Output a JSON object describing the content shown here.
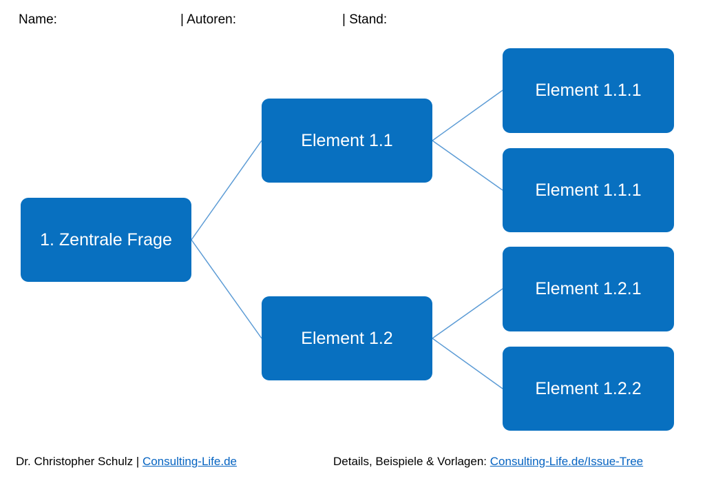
{
  "header": {
    "name_label": "Name:",
    "authors_label": "| Autoren:",
    "date_label": "| Stand:"
  },
  "tree": {
    "root": "1. Zentrale Frage",
    "level1": [
      "Element 1.1",
      "Element 1.2"
    ],
    "level2": [
      "Element 1.1.1",
      "Element 1.1.1",
      "Element 1.2.1",
      "Element 1.2.2"
    ]
  },
  "colors": {
    "node_fill": "#0870c0",
    "node_text": "#ffffff",
    "connector": "#5b9bd5",
    "link": "#0563c1"
  },
  "footer": {
    "author_text": "Dr. Christopher Schulz |",
    "author_link": "Consulting-Life.de",
    "details_text": "Details, Beispiele & Vorlagen:",
    "details_link": "Consulting-Life.de/Issue-Tree"
  }
}
